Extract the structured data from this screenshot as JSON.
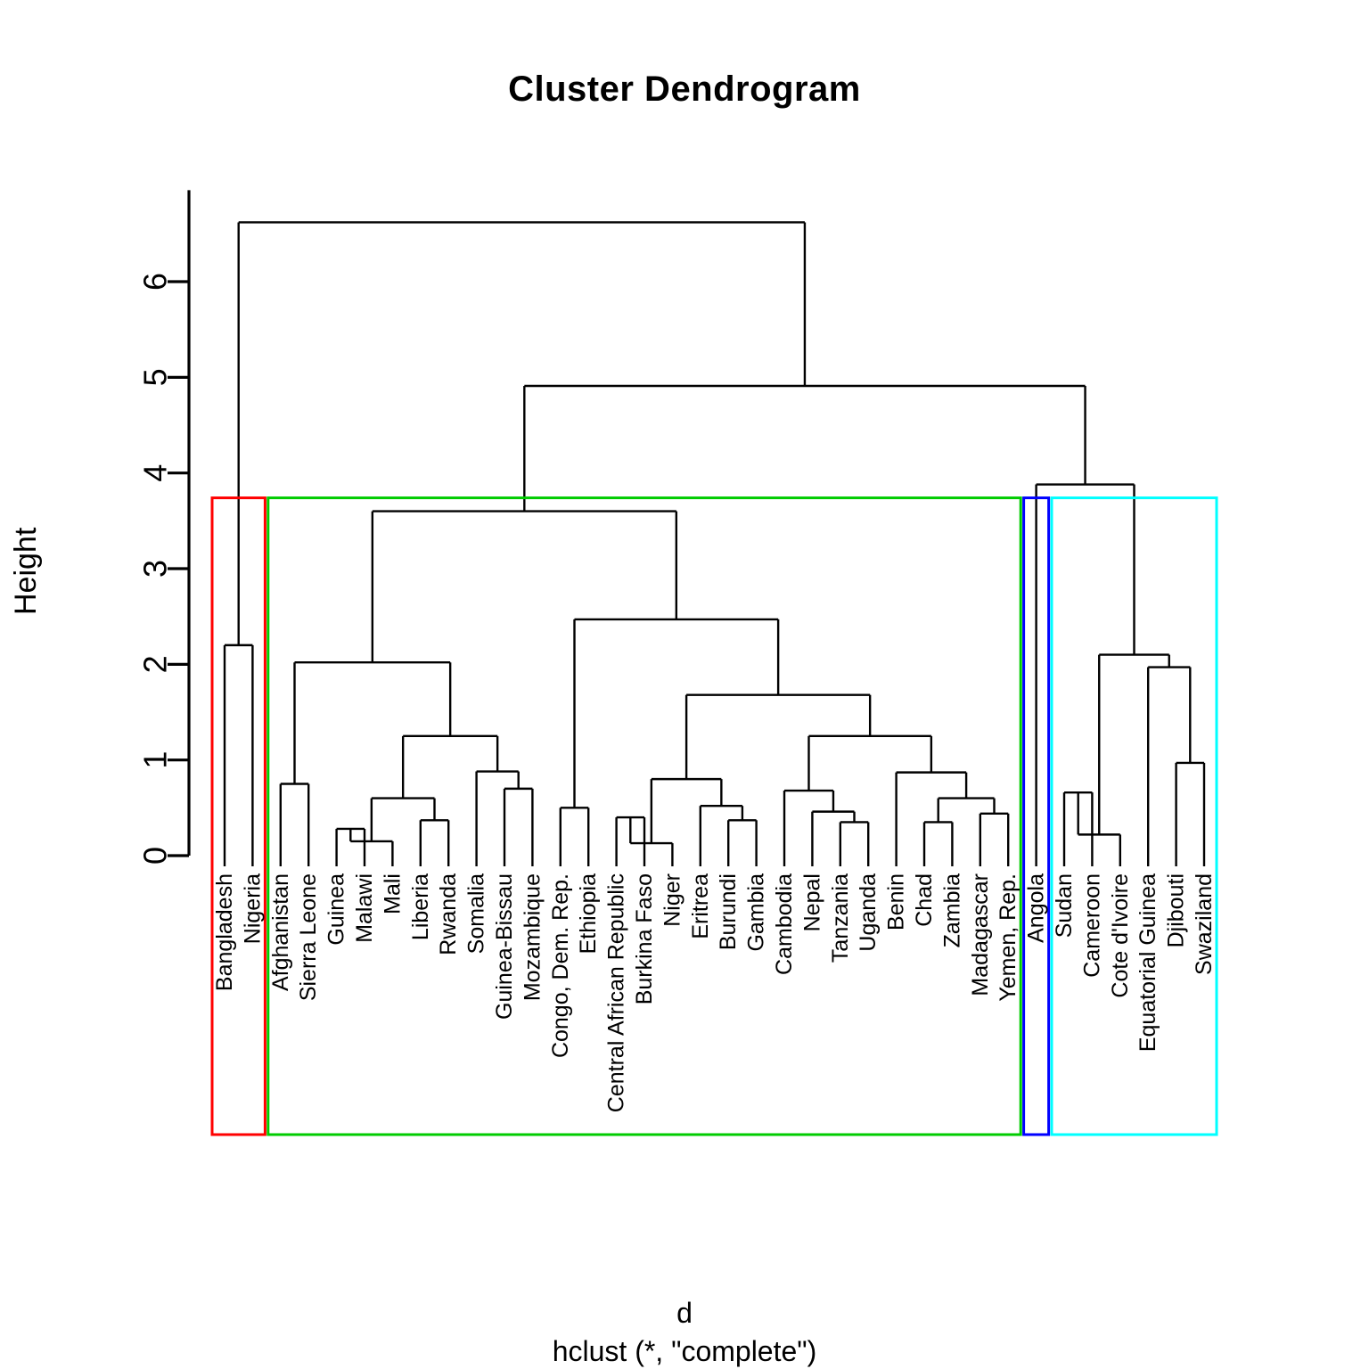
{
  "title": "Cluster Dendrogram",
  "ylabel": "Height",
  "xlabel_line1": "d",
  "xlabel_line2": "hclust (*, \"complete\")",
  "axis": {
    "ticks": [
      "0",
      "1",
      "2",
      "3",
      "4",
      "5",
      "6"
    ],
    "tick_values": [
      0,
      1,
      2,
      3,
      4,
      5,
      6
    ],
    "ylim": [
      0,
      6.9
    ]
  },
  "colors": {
    "tree": "#000000",
    "cluster_red": "#ff0000",
    "cluster_green": "#00cc00",
    "cluster_blue": "#0000ff",
    "cluster_cyan": "#00ffff",
    "background": "#ffffff"
  },
  "chart_data": {
    "type": "dendrogram",
    "title": "Cluster Dendrogram",
    "xlabel": "d",
    "sub": "hclust (*, \"complete\")",
    "ylabel": "Height",
    "ylim": [
      0,
      6.9
    ],
    "method": "complete",
    "n_leaves": 35,
    "leaf_order": [
      "Bangladesh",
      "Nigeria",
      "Afghanistan",
      "Sierra Leone",
      "Guinea",
      "Malawi",
      "Mali",
      "Liberia",
      "Rwanda",
      "Somalia",
      "Guinea-Bissau",
      "Mozambique",
      "Congo, Dem. Rep.",
      "Ethiopia",
      "Central African Republic",
      "Burkina Faso",
      "Niger",
      "Eritrea",
      "Burundi",
      "Gambia",
      "Cambodia",
      "Nepal",
      "Tanzania",
      "Uganda",
      "Benin",
      "Chad",
      "Zambia",
      "Madagascar",
      "Yemen, Rep.",
      "Angola",
      "Sudan",
      "Cameroon",
      "Cote d'Ivoire",
      "Equatorial Guinea",
      "Djibouti",
      "Swaziland"
    ],
    "merges": [
      {
        "id": "m_bangladesh_nigeria",
        "height": 2.2,
        "left": "Bangladesh",
        "right": "Nigeria"
      },
      {
        "id": "m_afghanistan_sierraleone",
        "height": 0.75,
        "left": "Afghanistan",
        "right": "Sierra Leone"
      },
      {
        "id": "m_guinea_malawi",
        "height": 0.28,
        "left": "Guinea",
        "right": "Malawi"
      },
      {
        "id": "m_guineamalawi_mali",
        "height": 0.15,
        "left": "m_guinea_malawi",
        "right": "Mali"
      },
      {
        "id": "m_liberia_rwanda",
        "height": 0.37,
        "left": "Liberia",
        "right": "Rwanda"
      },
      {
        "id": "m_gm_lr",
        "height": 0.6,
        "left": "m_guineamalawi_mali",
        "right": "m_liberia_rwanda"
      },
      {
        "id": "m_guineabissau_mozambique",
        "height": 0.7,
        "left": "Guinea-Bissau",
        "right": "Mozambique"
      },
      {
        "id": "m_somalia_gbmz",
        "height": 0.88,
        "left": "Somalia",
        "right": "m_guineabissau_mozambique"
      },
      {
        "id": "m_mid1",
        "height": 1.25,
        "left": "m_gm_lr",
        "right": "m_somalia_gbmz"
      },
      {
        "id": "m_afg_mid1",
        "height": 2.02,
        "left": "m_afghanistan_sierraleone",
        "right": "m_mid1"
      },
      {
        "id": "m_congo_ethiopia",
        "height": 0.5,
        "left": "Congo, Dem. Rep.",
        "right": "Ethiopia"
      },
      {
        "id": "m_car_burkina",
        "height": 0.4,
        "left": "Central African Republic",
        "right": "Burkina Faso"
      },
      {
        "id": "m_carburkina_niger",
        "height": 0.13,
        "left": "m_car_burkina",
        "right": "Niger"
      },
      {
        "id": "m_burundi_gambia",
        "height": 0.37,
        "left": "Burundi",
        "right": "Gambia"
      },
      {
        "id": "m_eritrea_bg",
        "height": 0.52,
        "left": "Eritrea",
        "right": "m_burundi_gambia"
      },
      {
        "id": "m_carn_erbg",
        "height": 0.8,
        "left": "m_carburkina_niger",
        "right": "m_eritrea_bg"
      },
      {
        "id": "m_tanzania_uganda",
        "height": 0.35,
        "left": "Tanzania",
        "right": "Uganda"
      },
      {
        "id": "m_nepal_tu",
        "height": 0.46,
        "left": "Nepal",
        "right": "m_tanzania_uganda"
      },
      {
        "id": "m_cambodia_ntu",
        "height": 0.68,
        "left": "Cambodia",
        "right": "m_nepal_tu"
      },
      {
        "id": "m_chad_zambia",
        "height": 0.35,
        "left": "Chad",
        "right": "Zambia"
      },
      {
        "id": "m_madagascar_yemen",
        "height": 0.44,
        "left": "Madagascar",
        "right": "Yemen, Rep."
      },
      {
        "id": "m_cz_my",
        "height": 0.6,
        "left": "m_chad_zambia",
        "right": "m_madagascar_yemen"
      },
      {
        "id": "m_benin_czmy",
        "height": 0.87,
        "left": "Benin",
        "right": "m_cz_my"
      },
      {
        "id": "m_camb_benin",
        "height": 1.25,
        "left": "m_cambodia_ntu",
        "right": "m_benin_czmy"
      },
      {
        "id": "m_mid2",
        "height": 1.68,
        "left": "m_carn_erbg",
        "right": "m_camb_benin"
      },
      {
        "id": "m_mid3",
        "height": 2.47,
        "left": "m_congo_ethiopia",
        "right": "m_mid2"
      },
      {
        "id": "m_green",
        "height": 3.6,
        "left": "m_afg_mid1",
        "right": "m_mid3"
      },
      {
        "id": "m_sudan_cameroon",
        "height": 0.66,
        "left": "Sudan",
        "right": "Cameroon"
      },
      {
        "id": "m_sc_cote",
        "height": 0.22,
        "left": "m_sudan_cameroon",
        "right": "Cote d'Ivoire"
      },
      {
        "id": "m_djibouti_swaziland",
        "height": 0.97,
        "left": "Djibouti",
        "right": "Swaziland"
      },
      {
        "id": "m_eqg_ds",
        "height": 1.97,
        "left": "Equatorial Guinea",
        "right": "m_djibouti_swaziland"
      },
      {
        "id": "m_cyan",
        "height": 2.1,
        "left": "m_sc_cote",
        "right": "m_eqg_ds"
      },
      {
        "id": "m_angola_cyan",
        "height": 3.88,
        "left": "Angola",
        "right": "m_cyan"
      },
      {
        "id": "m_second",
        "height": 4.91,
        "left": "m_green",
        "right": "m_angola_cyan"
      },
      {
        "id": "m_root",
        "height": 6.62,
        "left": "m_bangladesh_nigeria",
        "right": "m_second"
      }
    ],
    "cluster_boxes": [
      {
        "name": "cluster-red",
        "color": "#ff0000",
        "top_height": 3.74,
        "leaf_from": 0,
        "leaf_to": 1,
        "members": [
          "Bangladesh",
          "Nigeria"
        ]
      },
      {
        "name": "cluster-green",
        "color": "#00cc00",
        "top_height": 3.74,
        "leaf_from": 2,
        "leaf_to": 28,
        "members": [
          "Afghanistan",
          "Sierra Leone",
          "Guinea",
          "Malawi",
          "Mali",
          "Liberia",
          "Rwanda",
          "Somalia",
          "Guinea-Bissau",
          "Mozambique",
          "Congo, Dem. Rep.",
          "Ethiopia",
          "Central African Republic",
          "Burkina Faso",
          "Niger",
          "Eritrea",
          "Burundi",
          "Gambia",
          "Cambodia",
          "Nepal",
          "Tanzania",
          "Uganda",
          "Benin",
          "Chad",
          "Zambia",
          "Madagascar",
          "Yemen, Rep."
        ]
      },
      {
        "name": "cluster-blue",
        "color": "#0000ff",
        "top_height": 3.74,
        "leaf_from": 29,
        "leaf_to": 29,
        "members": [
          "Angola"
        ]
      },
      {
        "name": "cluster-cyan",
        "color": "#00ffff",
        "top_height": 3.74,
        "leaf_from": 30,
        "leaf_to": 35,
        "members": [
          "Sudan",
          "Cameroon",
          "Cote d'Ivoire",
          "Equatorial Guinea",
          "Djibouti",
          "Swaziland"
        ]
      }
    ]
  }
}
